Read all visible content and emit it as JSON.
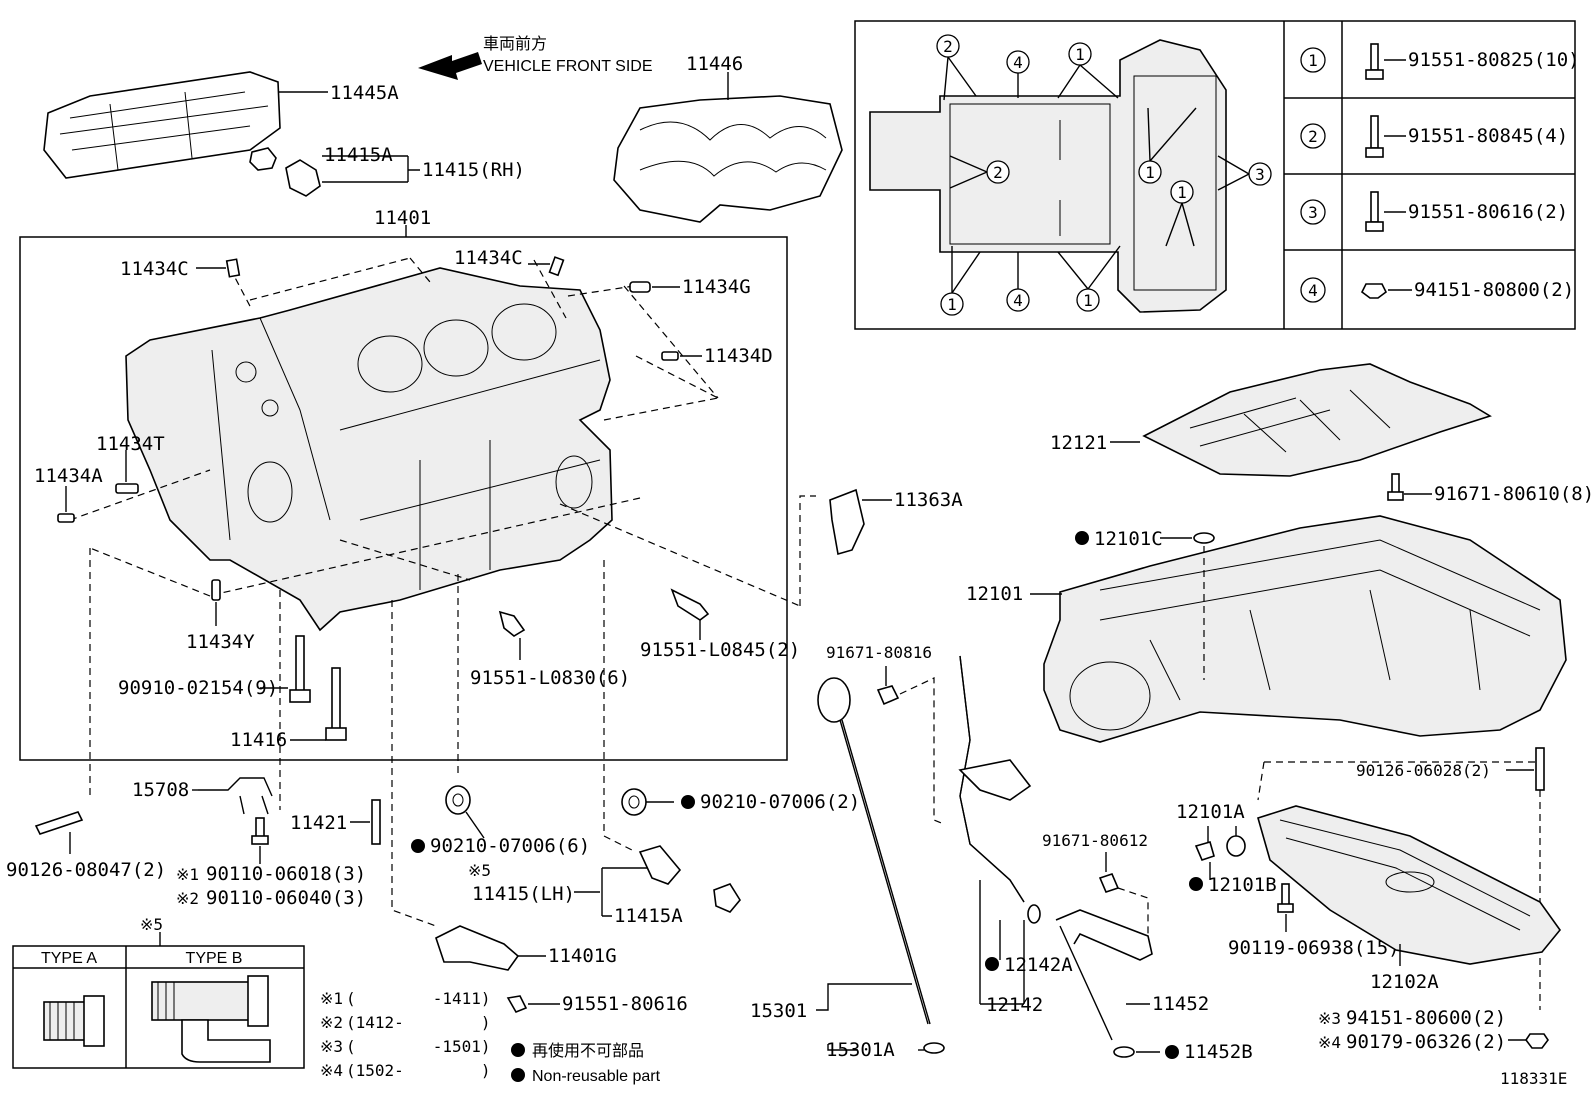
{
  "vehicle_front": {
    "jp": "車両前方",
    "en": "VEHICLE FRONT SIDE"
  },
  "labels": {
    "p11445A": "11445A",
    "p11446": "11446",
    "p11415A_top": "11415A",
    "p11415RH": "11415(RH)",
    "p11401": "11401",
    "p11434C_left": "11434C",
    "p11434C_mid": "11434C",
    "p11434G": "11434G",
    "p11434D": "11434D",
    "p11434T": "11434T",
    "p11434A": "11434A",
    "p11434Y": "11434Y",
    "p90910": "90910-02154(9)",
    "p11416": "11416",
    "p91551L0830": "91551-L0830(6)",
    "p91551L0845": "91551-L0845(2)",
    "p11363A": "11363A",
    "p15708": "15708",
    "p11421": "11421",
    "p90126_08047": "90126-08047(2)",
    "p90110_06018": "90110-06018(3)",
    "p90110_06040": "90110-06040(3)",
    "mark1": "※1",
    "mark2": "※2",
    "p90210_06": "90210-07006(6)",
    "p90210_02": "90210-07006(2)",
    "mark5a": "※5",
    "p11415LH": "11415(LH)",
    "p11415A_bot": "11415A",
    "p11401G": "11401G",
    "p91551_80616": "91551-80616",
    "p12121": "12121",
    "p91671_80610": "91671-80610(8)",
    "p12101C": "12101C",
    "p12101": "12101",
    "p91671_80816": "91671-80816",
    "p90126_06028": "90126-06028(2)",
    "p12101A": "12101A",
    "p12101B": "12101B",
    "p91671_80612": "91671-80612",
    "p90119_06938": "90119-06938(15)",
    "p12102A": "12102A",
    "p12142A": "12142A",
    "p12142": "12142",
    "p11452": "11452",
    "p11452B": "11452B",
    "p15301": "15301",
    "p15301A": "15301A",
    "mark3": "※3",
    "mark4": "※4",
    "p94151_80600": "94151-80600(2)",
    "p90179_06326": "90179-06326(2)",
    "mark5b": "※5",
    "diagram_id": "118331E"
  },
  "detail_circles": {
    "c1": "1",
    "c2": "2",
    "c3": "3",
    "c4": "4"
  },
  "bolt_table": [
    {
      "num": "1",
      "part": "91551-80825(10)"
    },
    {
      "num": "2",
      "part": "91551-80845(4)"
    },
    {
      "num": "3",
      "part": "91551-80616(2)"
    },
    {
      "num": "4",
      "part": "94151-80800(2)"
    }
  ],
  "types": {
    "a": "TYPE A",
    "b": "TYPE B"
  },
  "ranges": [
    {
      "mark": "※1",
      "text": "(        -1411)"
    },
    {
      "mark": "※2",
      "text": "(1412-        )"
    },
    {
      "mark": "※3",
      "text": "(        -1501)"
    },
    {
      "mark": "※4",
      "text": "(1502-        )"
    }
  ],
  "legend": {
    "jp": "再使用不可部品",
    "en": "Non-reusable part"
  }
}
